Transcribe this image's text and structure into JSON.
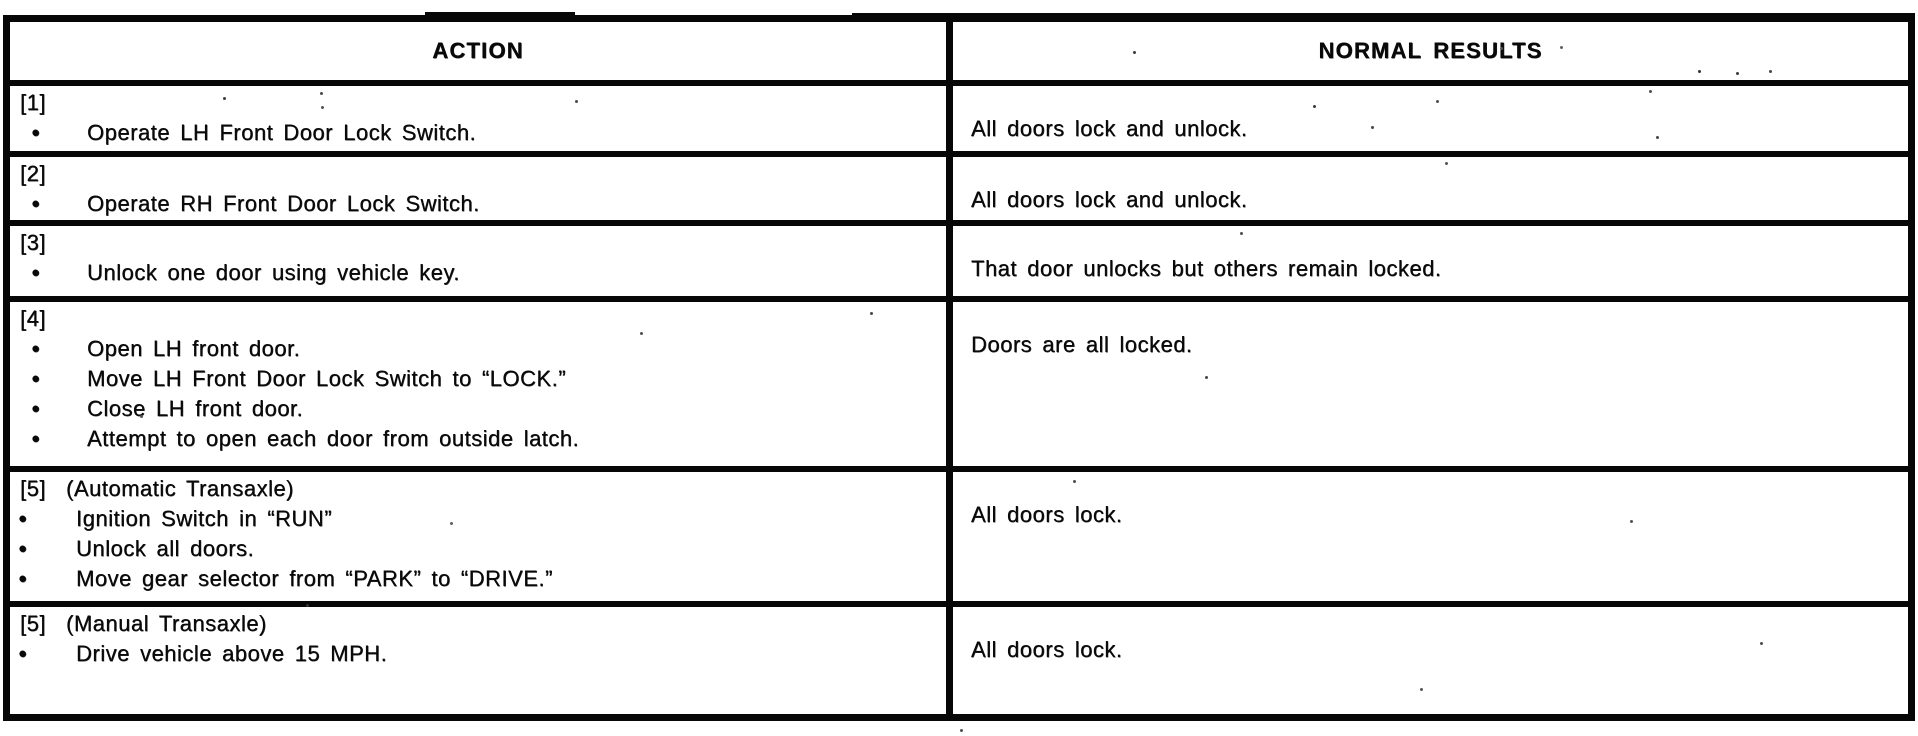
{
  "table": {
    "headers": {
      "action": "ACTION",
      "results": "NORMAL RESULTS"
    },
    "rows": [
      {
        "label": "[1]",
        "note": "",
        "bullets": [
          "Operate LH Front Door Lock Switch."
        ],
        "result": "All doors lock and unlock."
      },
      {
        "label": "[2]",
        "note": "",
        "bullets": [
          "Operate RH Front Door Lock Switch."
        ],
        "result": "All doors lock and unlock."
      },
      {
        "label": "[3]",
        "note": "",
        "bullets": [
          "Unlock one door using vehicle key."
        ],
        "result": "That door unlocks but others remain locked."
      },
      {
        "label": "[4]",
        "note": "",
        "bullets": [
          "Open LH front door.",
          "Move LH Front Door Lock Switch to “LOCK.”",
          "Close LH front door.",
          "Attempt to open each door from outside latch."
        ],
        "result": "Doors are all locked."
      },
      {
        "label": "[5]",
        "note": "(Automatic Transaxle)",
        "bullets": [
          "Ignition Switch in “RUN”",
          "Unlock all doors.",
          "Move gear selector from “PARK” to “DRIVE.”"
        ],
        "result": "All doors lock."
      },
      {
        "label": "[5]",
        "note": "(Manual Transaxle)",
        "bullets": [
          "Drive vehicle above 15 MPH."
        ],
        "result": "All doors lock."
      }
    ],
    "ink_color": "#070707",
    "paper_color": "#ffffff"
  }
}
